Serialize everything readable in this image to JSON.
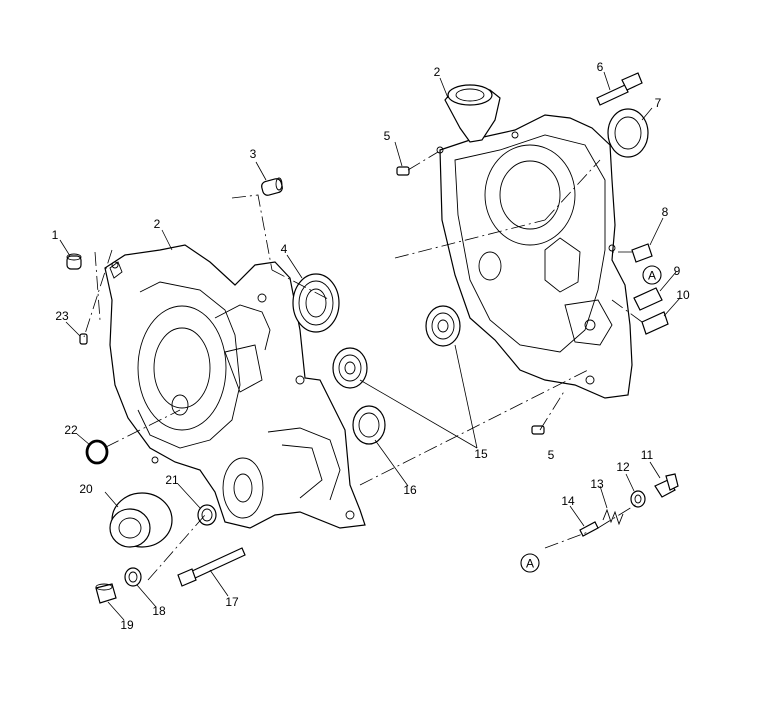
{
  "callouts": {
    "c1": "1",
    "c2a": "2",
    "c2b": "2",
    "c3": "3",
    "c4": "4",
    "c5a": "5",
    "c5b": "5",
    "c6": "6",
    "c7": "7",
    "c8": "8",
    "c9": "9",
    "c10": "10",
    "c11": "11",
    "c12": "12",
    "c13": "13",
    "c14": "14",
    "c15": "15",
    "c16": "16",
    "c17": "17",
    "c18": "18",
    "c19": "19",
    "c20": "20",
    "c21": "21",
    "c22": "22",
    "c23": "23"
  },
  "reference_marks": {
    "a1": "A",
    "a2": "A"
  }
}
